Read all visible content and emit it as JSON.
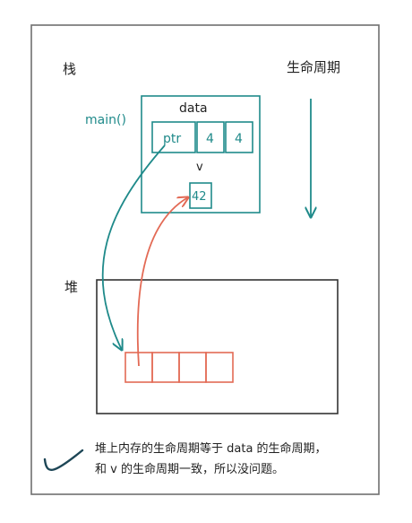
{
  "labels": {
    "stack": "栈",
    "heap": "堆",
    "lifetime": "生命周期",
    "main": "main()",
    "data": "data",
    "ptr": "ptr",
    "len": "4",
    "cap": "4",
    "v": "v",
    "v_value": "42"
  },
  "note": {
    "line1": "堆上内存的生命周期等于 data 的生命周期，",
    "line2": "和 v 的生命周期一致，所以没问题。"
  },
  "colors": {
    "teal": "#1f8a8a",
    "red": "#e36a55",
    "frame": "#6f6f6f",
    "text": "#222222"
  }
}
